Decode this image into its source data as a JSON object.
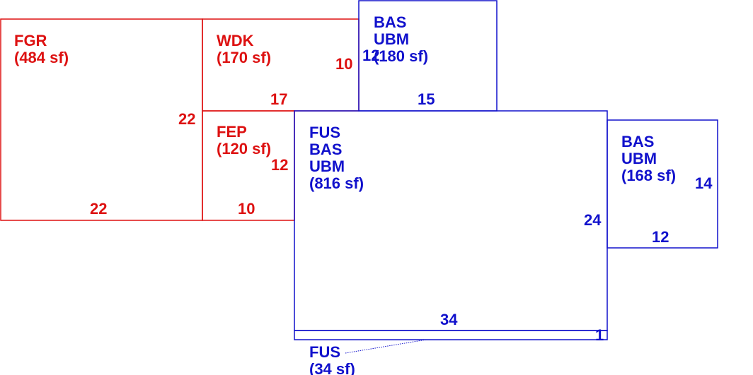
{
  "areas": {
    "fgr": {
      "lines": [
        "FGR",
        "(484 sf)"
      ],
      "dims": [
        "22",
        "22"
      ],
      "color": "#dd1111"
    },
    "wdk": {
      "lines": [
        "WDK",
        "(170 sf)"
      ],
      "dims": [
        "10",
        "17"
      ],
      "color": "#dd1111"
    },
    "fep": {
      "lines": [
        "FEP",
        "(120 sf)"
      ],
      "dims": [
        "12",
        "10"
      ],
      "color": "#dd1111"
    },
    "bas_top": {
      "lines": [
        "BAS",
        "UBM",
        "(180 sf)"
      ],
      "dims": [
        "12",
        "15"
      ],
      "color": "#1111cc"
    },
    "fus_main": {
      "lines": [
        "FUS",
        "BAS",
        "UBM",
        "(816 sf)"
      ],
      "dims": [
        "24",
        "34"
      ],
      "color": "#1111cc"
    },
    "bas_right": {
      "lines": [
        "BAS",
        "UBM",
        "(168 sf)"
      ],
      "dims": [
        "14",
        "12"
      ],
      "color": "#1111cc"
    },
    "fus_strip": {
      "lines": [
        "FUS",
        "(34 sf)"
      ],
      "dims": [
        "1"
      ],
      "color": "#1111cc"
    }
  }
}
